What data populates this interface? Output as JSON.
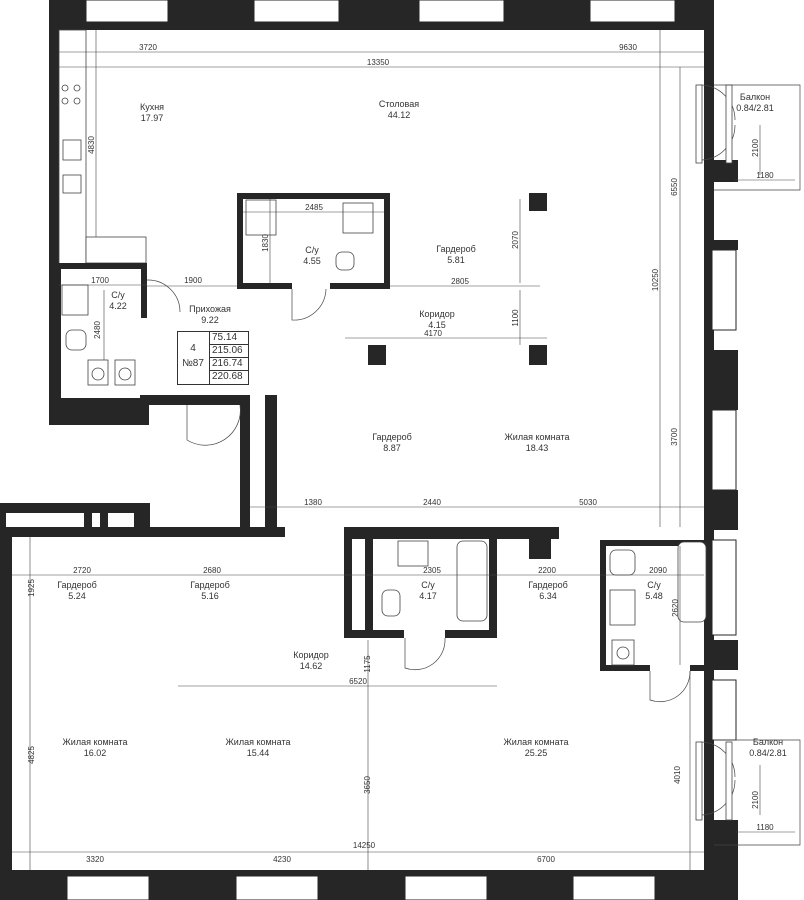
{
  "apartment": {
    "floor": "4",
    "number": "№87",
    "areas": [
      "75.14",
      "215.06",
      "216.74",
      "220.68"
    ]
  },
  "rooms": [
    {
      "name": "Кухня",
      "area": "17.97"
    },
    {
      "name": "Столовая",
      "area": "44.12"
    },
    {
      "name": "Балкон",
      "area": "0.84/2.81"
    },
    {
      "name": "С/у",
      "area": "4.55"
    },
    {
      "name": "Гардероб",
      "area": "5.81"
    },
    {
      "name": "С/у",
      "area": "4.22"
    },
    {
      "name": "Прихожая",
      "area": "9.22"
    },
    {
      "name": "Коридор",
      "area": "4.15"
    },
    {
      "name": "Гардероб",
      "area": "8.87"
    },
    {
      "name": "Жилая комната",
      "area": "18.43"
    },
    {
      "name": "Гардероб",
      "area": "5.24"
    },
    {
      "name": "Гардероб",
      "area": "5.16"
    },
    {
      "name": "С/у",
      "area": "4.17"
    },
    {
      "name": "Гардероб",
      "area": "6.34"
    },
    {
      "name": "С/у",
      "area": "5.48"
    },
    {
      "name": "Коридор",
      "area": "14.62"
    },
    {
      "name": "Жилая комната",
      "area": "16.02"
    },
    {
      "name": "Жилая комната",
      "area": "15.44"
    },
    {
      "name": "Жилая комната",
      "area": "25.25"
    },
    {
      "name": "Балкон",
      "area": "0.84/2.81"
    }
  ],
  "dimensions": [
    "3720",
    "9630",
    "13350",
    "4830",
    "2485",
    "1830",
    "2070",
    "2805",
    "1700",
    "1900",
    "2480",
    "1100",
    "4170",
    "6550",
    "10250",
    "2100",
    "1180",
    "3700",
    "1380",
    "2440",
    "5030",
    "2720",
    "2680",
    "2305",
    "2200",
    "2090",
    "1925",
    "2620",
    "1175",
    "6520",
    "4825",
    "3650",
    "4010",
    "2100",
    "1180",
    "14250",
    "3320",
    "4230",
    "6700"
  ]
}
